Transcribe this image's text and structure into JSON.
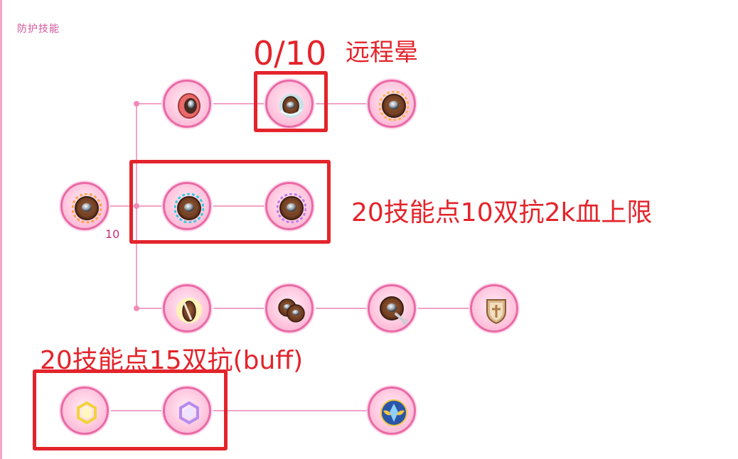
{
  "panel": {
    "title": "防护技能"
  },
  "root_level": "10",
  "annotations": {
    "counter": "0/10",
    "label_top": "远程晕",
    "label_middle": "20技能点10双抗2k血上限",
    "label_bottom": "20技能点15双抗(buff)"
  },
  "colors": {
    "accent": "#e96aa6",
    "line": "#f0a3c6",
    "highlight": "#e3242b",
    "title": "#d4559a"
  },
  "skills": [
    {
      "id": "root",
      "icon": "shield-icon"
    },
    {
      "id": "r1a",
      "icon": "eye-icon"
    },
    {
      "id": "r1b",
      "icon": "whirl-shield-icon"
    },
    {
      "id": "r1c",
      "icon": "shield-icon"
    },
    {
      "id": "r2a",
      "icon": "shield-icon"
    },
    {
      "id": "r2b",
      "icon": "shield-icon"
    },
    {
      "id": "r3a",
      "icon": "shield-icon"
    },
    {
      "id": "r3b",
      "icon": "double-shield-icon"
    },
    {
      "id": "r3c",
      "icon": "wrench-shield-icon"
    },
    {
      "id": "r3d",
      "icon": "cross-shield-icon"
    },
    {
      "id": "r4a",
      "icon": "hexagon-icon"
    },
    {
      "id": "r4b",
      "icon": "hexagon-icon"
    },
    {
      "id": "r4c",
      "icon": "winged-crest-icon"
    }
  ]
}
